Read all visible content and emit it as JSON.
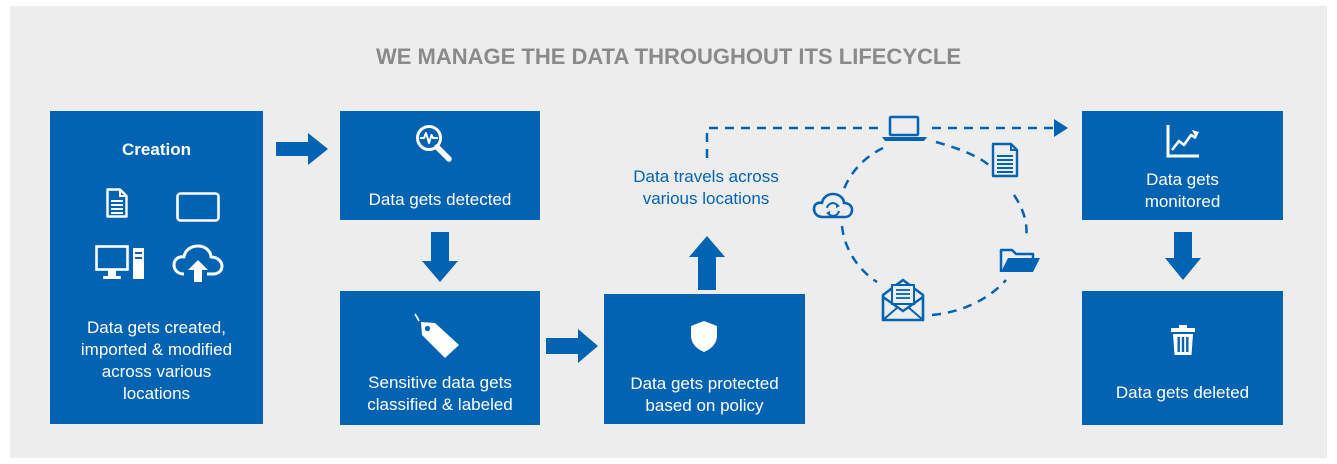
{
  "title": "WE MANAGE THE DATA THROUGHOUT ITS LIFECYCLE",
  "creation": {
    "heading": "Creation",
    "text": "Data gets created,\nimported & modified\nacross various\nlocations"
  },
  "detected": {
    "text": "Data gets detected"
  },
  "classified": {
    "text": "Sensitive data gets\nclassified & labeled"
  },
  "protected": {
    "text": "Data gets protected\nbased on policy"
  },
  "travels": {
    "text": "Data travels across\nvarious locations"
  },
  "monitored": {
    "text": "Data gets\nmonitored"
  },
  "deleted": {
    "text": "Data gets deleted"
  },
  "colors": {
    "box": "#0363b3",
    "background": "#ededed",
    "title": "#8a8a8a"
  },
  "icons": [
    "document-icon",
    "tablet-icon",
    "desktop-icon",
    "cloud-upload-icon",
    "magnifier-pulse-icon",
    "tag-icon",
    "shield-icon",
    "laptop-icon",
    "document-icon",
    "folder-icon",
    "envelope-icon",
    "cloud-sync-icon",
    "line-chart-icon",
    "trash-icon"
  ]
}
